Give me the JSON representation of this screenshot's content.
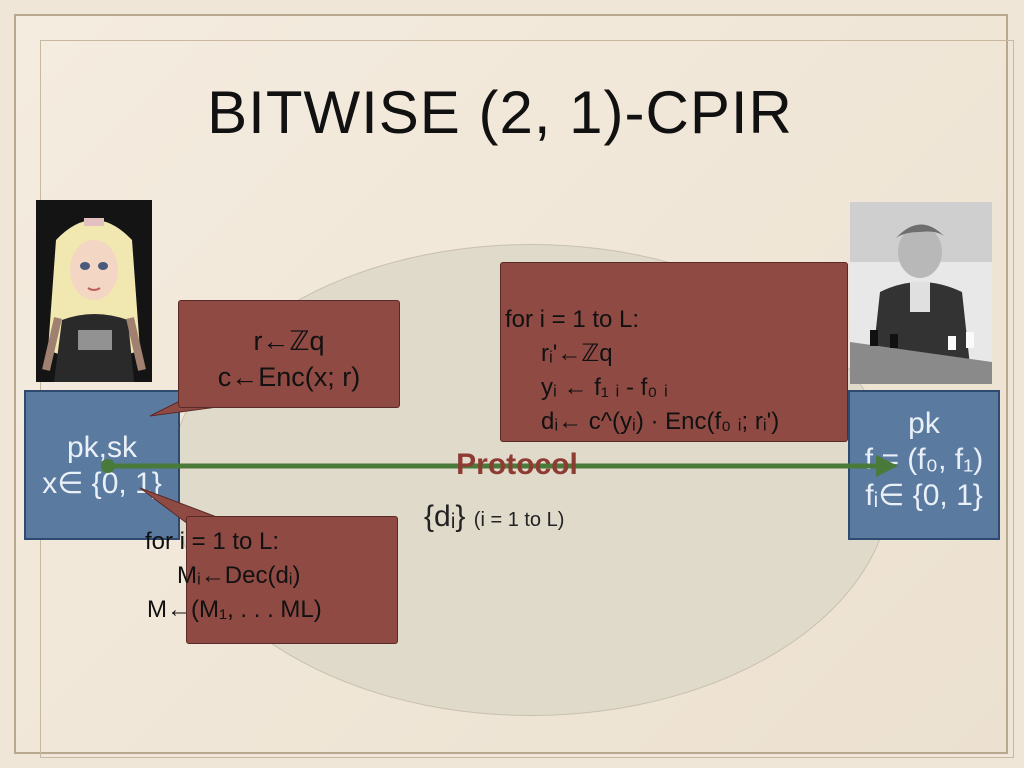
{
  "title": "BITWISE (2, 1)-CPIR",
  "client": {
    "keys": "pk,sk",
    "input": "x∈ {0, 1}"
  },
  "server": {
    "key": "pk",
    "database": "f = (f₀, f₁)",
    "bits": "fᵢ∈ {0, 1}"
  },
  "client_bubble": {
    "line1": "r←ℤq",
    "line2": "c←Enc(x; r)"
  },
  "server_bubble": {
    "line1": "for i = 1 to L:",
    "line2": "rᵢ'←ℤq",
    "line3": "yᵢ ← f₁ ᵢ - f₀ ᵢ",
    "line4": "dᵢ← c^(yᵢ) · Enc(f₀ ᵢ; rᵢ')"
  },
  "decrypt_bubble": {
    "line1": "for i = 1 to L:",
    "line2": "Mᵢ←Dec(dᵢ)",
    "line3": "M←(M₁, . . . ML)"
  },
  "protocol_label": "Protocol",
  "message": {
    "main": "{dᵢ}",
    "range": "(i = 1 to L)"
  },
  "colors": {
    "arrow": "#4a7a3a",
    "bubble": "#8e4a43",
    "panel": "#5b7aa0",
    "protocol_text": "#8e3b34"
  }
}
